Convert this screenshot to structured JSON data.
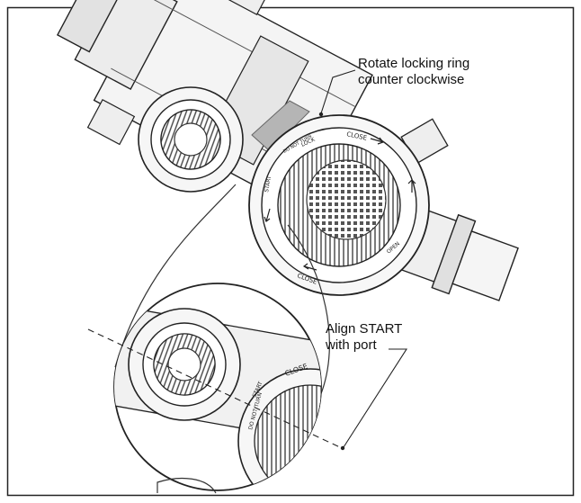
{
  "callouts": {
    "rotate_line1": "Rotate locking ring",
    "rotate_line2": "counter clockwise",
    "align_line1": "Align START",
    "align_line2": "with port"
  },
  "ring_labels": {
    "close": "CLOSE",
    "lock": "LOCK",
    "open": "OPEN",
    "start": "START",
    "do_not_turn": "DO NOT TURN"
  },
  "colors": {
    "line": "#222222",
    "fill_light": "#f2f2f2",
    "fill_mid": "#d9d9d9",
    "fill_dark": "#9a9a9a",
    "highlight": "#b5b5b5"
  }
}
